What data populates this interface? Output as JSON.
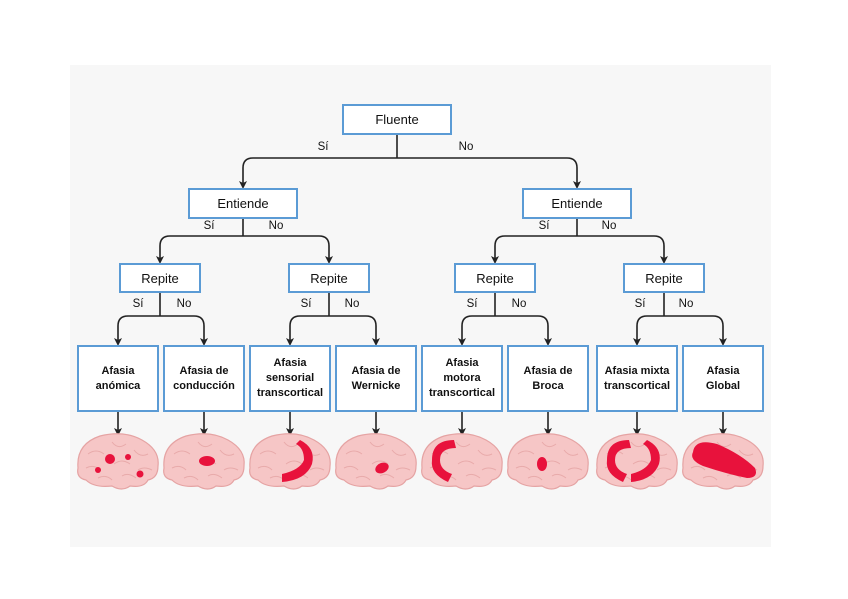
{
  "root": {
    "label": "Fluente",
    "yes": "Sí",
    "no": "No"
  },
  "level2": [
    {
      "label": "Entiende",
      "yes": "Sí",
      "no": "No"
    },
    {
      "label": "Entiende",
      "yes": "Sí",
      "no": "No"
    }
  ],
  "level3": [
    {
      "label": "Repite",
      "yes": "Sí",
      "no": "No"
    },
    {
      "label": "Repite",
      "yes": "Sí",
      "no": "No"
    },
    {
      "label": "Repite",
      "yes": "Sí",
      "no": "No"
    },
    {
      "label": "Repite",
      "yes": "Sí",
      "no": "No"
    }
  ],
  "leaves": [
    {
      "label": "Afasia\nanómica"
    },
    {
      "label": "Afasia de\nconducción"
    },
    {
      "label": "Afasia\nsensorial\ntranscortical"
    },
    {
      "label": "Afasia de\nWernicke"
    },
    {
      "label": "Afasia\nmotora\ntranscortical"
    },
    {
      "label": "Afasia de\nBroca"
    },
    {
      "label": "Afasia mixta\ntranscortical"
    },
    {
      "label": "Afasia\nGlobal"
    }
  ],
  "colors": {
    "box_border": "#5b9bd5",
    "brain": "#f6c6c6",
    "lesion": "#e8123c",
    "connector": "#222222"
  }
}
